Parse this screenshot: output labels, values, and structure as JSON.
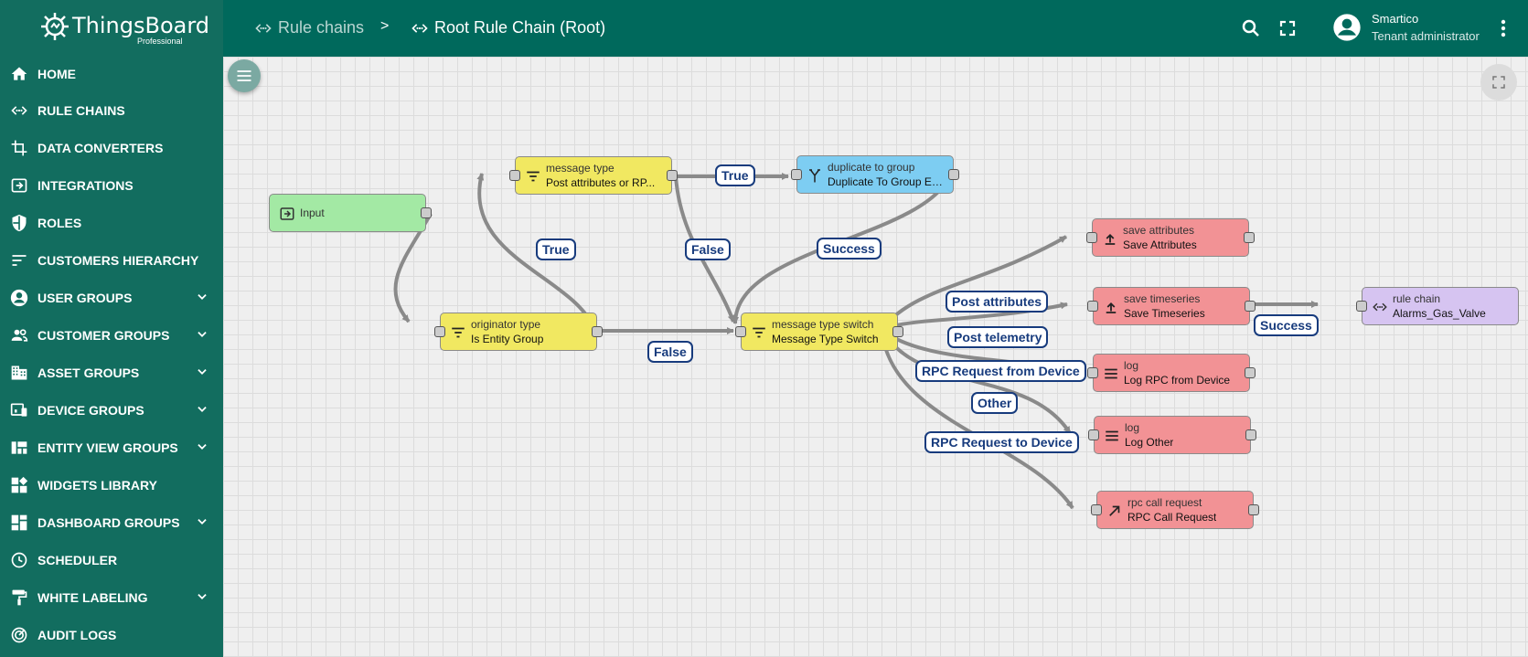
{
  "app": {
    "logo_text": "ThingsBoard",
    "logo_subtitle": "Professional"
  },
  "sidebar": {
    "items": [
      {
        "label": "HOME",
        "icon": "home-icon"
      },
      {
        "label": "RULE CHAINS",
        "icon": "code-arrows-icon"
      },
      {
        "label": "DATA CONVERTERS",
        "icon": "crop-icon"
      },
      {
        "label": "INTEGRATIONS",
        "icon": "input-icon"
      },
      {
        "label": "ROLES",
        "icon": "security-shield-icon"
      },
      {
        "label": "CUSTOMERS HIERARCHY",
        "icon": "sort-lines-icon"
      },
      {
        "label": "USER GROUPS",
        "icon": "account-circle-icon",
        "expandable": true
      },
      {
        "label": "CUSTOMER GROUPS",
        "icon": "people-icon",
        "expandable": true
      },
      {
        "label": "ASSET GROUPS",
        "icon": "domain-icon",
        "expandable": true
      },
      {
        "label": "DEVICE GROUPS",
        "icon": "devices-icon",
        "expandable": true
      },
      {
        "label": "ENTITY VIEW GROUPS",
        "icon": "view-quilt-icon",
        "expandable": true
      },
      {
        "label": "WIDGETS LIBRARY",
        "icon": "widgets-icon"
      },
      {
        "label": "DASHBOARD GROUPS",
        "icon": "dashboard-icon",
        "expandable": true
      },
      {
        "label": "SCHEDULER",
        "icon": "schedule-icon"
      },
      {
        "label": "WHITE LABELING",
        "icon": "format-paint-icon",
        "expandable": true
      },
      {
        "label": "AUDIT LOGS",
        "icon": "track-changes-icon"
      }
    ]
  },
  "header": {
    "breadcrumb_1": "Rule chains",
    "breadcrumb_sep": ">",
    "breadcrumb_2": "Root Rule Chain (Root)",
    "user_name": "Smartico",
    "user_role": "Tenant administrator"
  },
  "nodes": {
    "input": {
      "name": "Input",
      "color": "#a3e9a4"
    },
    "message_type": {
      "type": "message type",
      "name": "Post attributes or RP...",
      "color": "#f1e861"
    },
    "duplicate": {
      "type": "duplicate to group",
      "name": "Duplicate To Group En...",
      "color": "#7dcdf2"
    },
    "originator": {
      "type": "originator type",
      "name": "Is Entity Group",
      "color": "#f1e861"
    },
    "switch": {
      "type": "message type switch",
      "name": "Message Type Switch",
      "color": "#f1e861"
    },
    "save_attr": {
      "type": "save attributes",
      "name": "Save Attributes",
      "color": "#f29295"
    },
    "save_ts": {
      "type": "save timeseries",
      "name": "Save Timeseries",
      "color": "#f29295"
    },
    "rule_chain": {
      "type": "rule chain",
      "name": "Alarms_Gas_Valve",
      "color": "#d6c4f1"
    },
    "log_rpc": {
      "type": "log",
      "name": "Log RPC from Device",
      "color": "#f29295"
    },
    "log_other": {
      "type": "log",
      "name": "Log Other",
      "color": "#f29295"
    },
    "rpc_call": {
      "type": "rpc call request",
      "name": "RPC Call Request",
      "color": "#f29295"
    }
  },
  "links": {
    "mt_true": "True",
    "orig_true": "True",
    "mt_false": "False",
    "orig_false": "False",
    "dup_success": "Success",
    "post_attributes": "Post attributes",
    "post_telemetry": "Post telemetry",
    "rpc_from_device": "RPC Request from Device",
    "other": "Other",
    "rpc_to_device": "RPC Request to Device",
    "ts_success": "Success"
  }
}
